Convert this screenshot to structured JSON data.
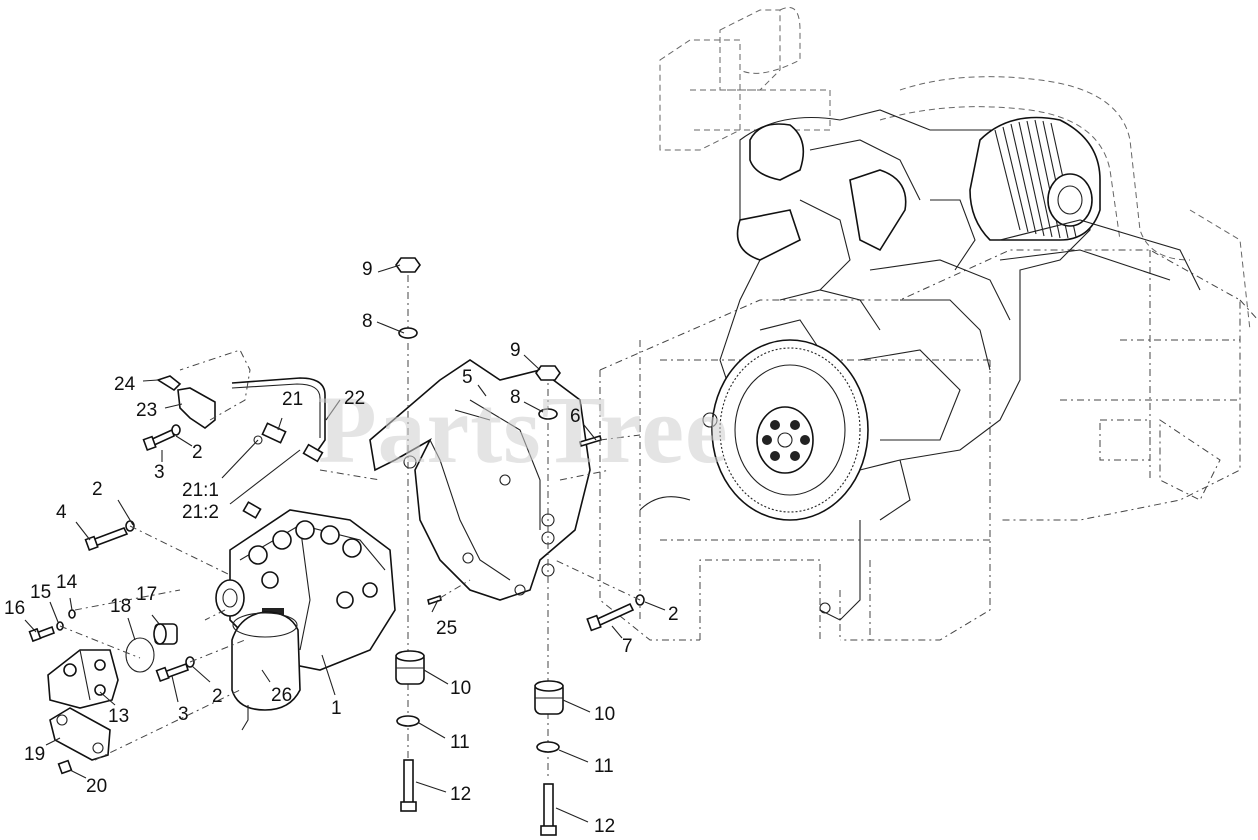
{
  "watermark": "PartsTree",
  "callouts": [
    {
      "id": "c1",
      "label": "1"
    },
    {
      "id": "c2a",
      "label": "2"
    },
    {
      "id": "c2b",
      "label": "2"
    },
    {
      "id": "c2c",
      "label": "2"
    },
    {
      "id": "c2d",
      "label": "2"
    },
    {
      "id": "c3a",
      "label": "3"
    },
    {
      "id": "c3b",
      "label": "3"
    },
    {
      "id": "c4",
      "label": "4"
    },
    {
      "id": "c5",
      "label": "5"
    },
    {
      "id": "c6",
      "label": "6"
    },
    {
      "id": "c7",
      "label": "7"
    },
    {
      "id": "c8a",
      "label": "8"
    },
    {
      "id": "c8b",
      "label": "8"
    },
    {
      "id": "c9a",
      "label": "9"
    },
    {
      "id": "c9b",
      "label": "9"
    },
    {
      "id": "c10a",
      "label": "10"
    },
    {
      "id": "c10b",
      "label": "10"
    },
    {
      "id": "c11a",
      "label": "11"
    },
    {
      "id": "c11b",
      "label": "11"
    },
    {
      "id": "c12a",
      "label": "12"
    },
    {
      "id": "c12b",
      "label": "12"
    },
    {
      "id": "c13",
      "label": "13"
    },
    {
      "id": "c14",
      "label": "14"
    },
    {
      "id": "c15",
      "label": "15"
    },
    {
      "id": "c16",
      "label": "16"
    },
    {
      "id": "c17",
      "label": "17"
    },
    {
      "id": "c18",
      "label": "18"
    },
    {
      "id": "c19",
      "label": "19"
    },
    {
      "id": "c20",
      "label": "20"
    },
    {
      "id": "c21",
      "label": "21"
    },
    {
      "id": "c21_1",
      "label": "21:1"
    },
    {
      "id": "c21_2",
      "label": "21:2"
    },
    {
      "id": "c22",
      "label": "22"
    },
    {
      "id": "c23",
      "label": "23"
    },
    {
      "id": "c24",
      "label": "24"
    },
    {
      "id": "c25",
      "label": "25"
    },
    {
      "id": "c26",
      "label": "26"
    }
  ]
}
